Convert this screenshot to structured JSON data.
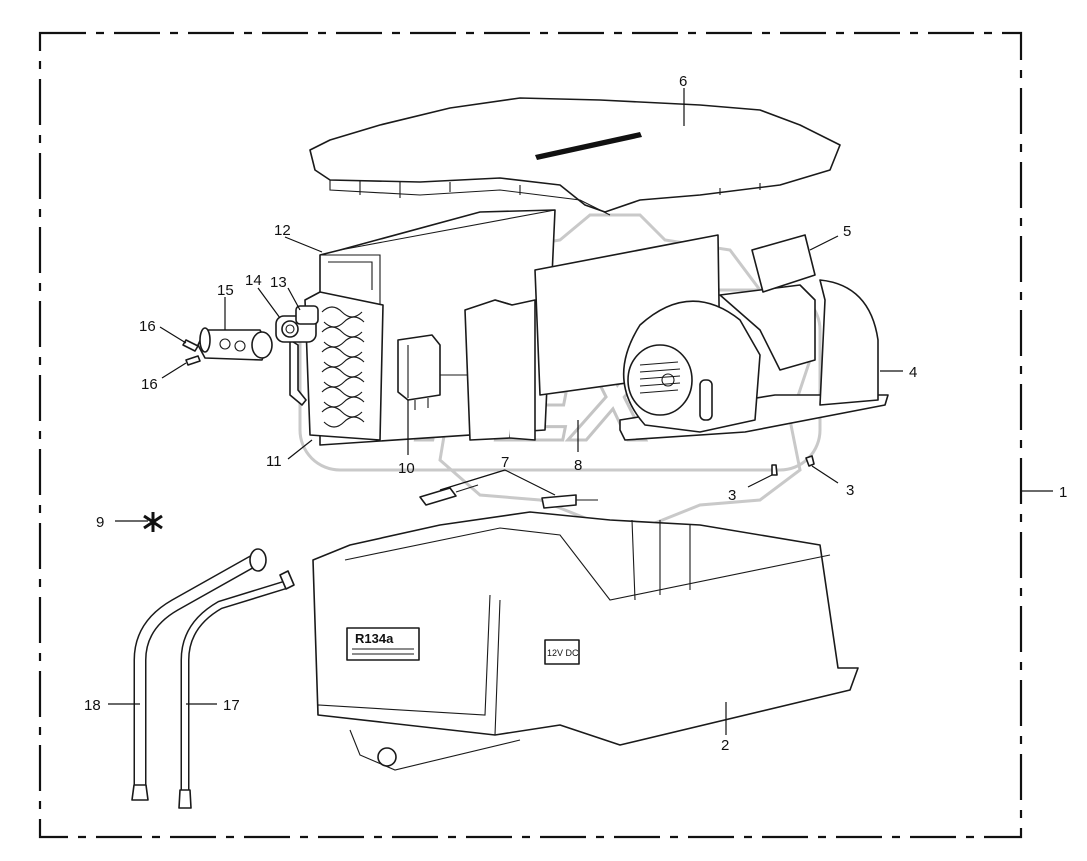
{
  "diagram": {
    "watermark": "OPEX",
    "labels": {
      "refrigerant": "R134a",
      "voltage": "12V DC"
    },
    "callouts": [
      {
        "id": "c1",
        "text": "1"
      },
      {
        "id": "c2",
        "text": "2"
      },
      {
        "id": "c3a",
        "text": "3"
      },
      {
        "id": "c3b",
        "text": "3"
      },
      {
        "id": "c4",
        "text": "4"
      },
      {
        "id": "c5",
        "text": "5"
      },
      {
        "id": "c6",
        "text": "6"
      },
      {
        "id": "c7",
        "text": "7"
      },
      {
        "id": "c8",
        "text": "8"
      },
      {
        "id": "c9",
        "text": "9"
      },
      {
        "id": "c10",
        "text": "10"
      },
      {
        "id": "c11",
        "text": "11"
      },
      {
        "id": "c12",
        "text": "12"
      },
      {
        "id": "c13",
        "text": "13"
      },
      {
        "id": "c14",
        "text": "14"
      },
      {
        "id": "c15",
        "text": "15"
      },
      {
        "id": "c16a",
        "text": "16"
      },
      {
        "id": "c16b",
        "text": "16"
      },
      {
        "id": "c17",
        "text": "17"
      },
      {
        "id": "c18",
        "text": "18"
      }
    ]
  }
}
